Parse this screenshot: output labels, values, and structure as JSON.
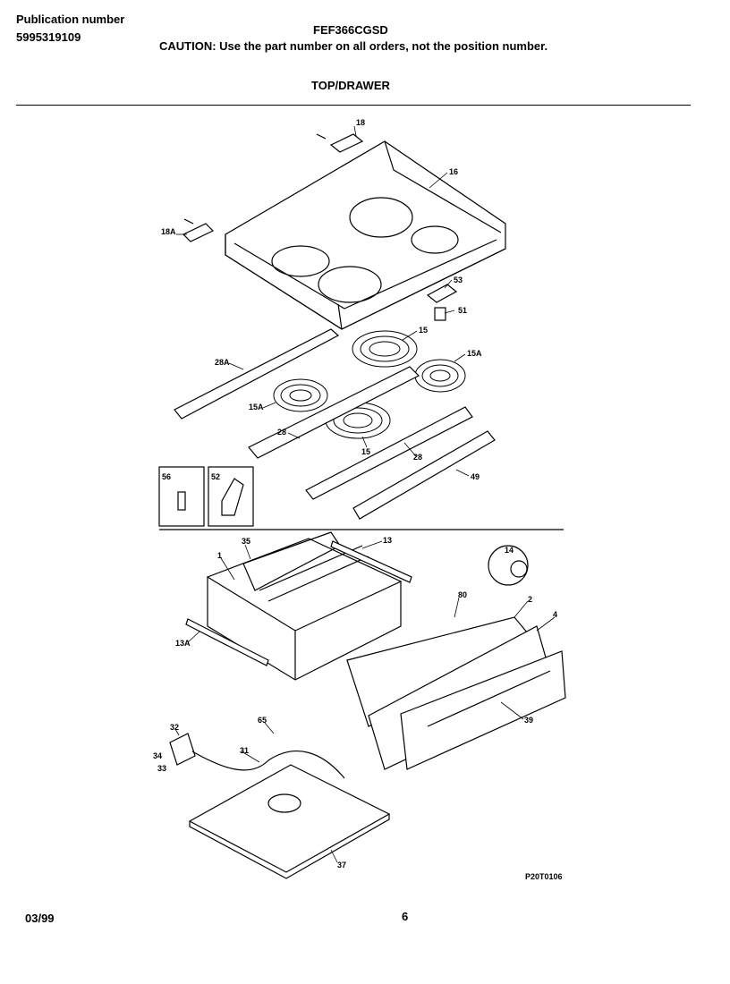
{
  "header": {
    "publication_label": "Publication number",
    "publication_number": "5995319109",
    "model": "FEF366CGSD",
    "caution": "CAUTION:  Use the part number on all orders, not the position number.",
    "section_title": "TOP/DRAWER"
  },
  "footer": {
    "date": "03/99",
    "page": "6",
    "drawing_code": "P20T0106"
  },
  "callouts": [
    "18",
    "16",
    "18A",
    "53",
    "51",
    "28A",
    "15",
    "15A",
    "15A",
    "28",
    "15",
    "28",
    "49",
    "56",
    "52",
    "35",
    "13",
    "14",
    "1",
    "80",
    "2",
    "4",
    "13A",
    "39",
    "65",
    "32",
    "34",
    "33",
    "31",
    "37"
  ]
}
